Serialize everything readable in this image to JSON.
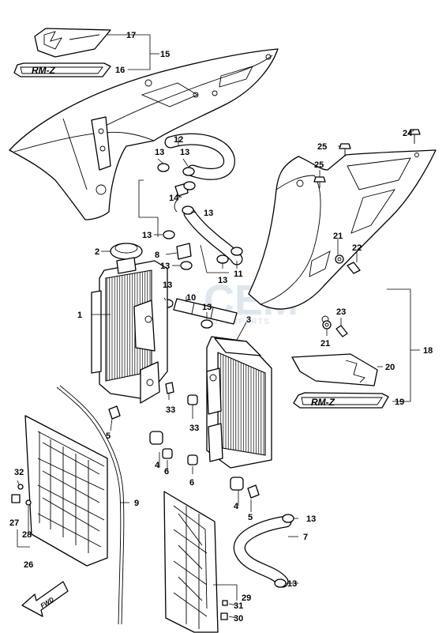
{
  "diagram": {
    "logo_text": "RM-Z",
    "fwd_label": "FWD",
    "watermark": {
      "brand": "CEM",
      "sub": "MOTORPARTS"
    },
    "callouts": [
      {
        "id": "c1",
        "label": "1"
      },
      {
        "id": "c2",
        "label": "2"
      },
      {
        "id": "c3",
        "label": "3"
      },
      {
        "id": "c4a",
        "label": "4"
      },
      {
        "id": "c4b",
        "label": "4"
      },
      {
        "id": "c5a",
        "label": "5"
      },
      {
        "id": "c5b",
        "label": "5"
      },
      {
        "id": "c6a",
        "label": "6"
      },
      {
        "id": "c6b",
        "label": "6"
      },
      {
        "id": "c7",
        "label": "7"
      },
      {
        "id": "c8",
        "label": "8"
      },
      {
        "id": "c9",
        "label": "9"
      },
      {
        "id": "c10",
        "label": "10"
      },
      {
        "id": "c11",
        "label": "11"
      },
      {
        "id": "c12",
        "label": "12"
      },
      {
        "id": "c13a",
        "label": "13"
      },
      {
        "id": "c13b",
        "label": "13"
      },
      {
        "id": "c13c",
        "label": "13"
      },
      {
        "id": "c13d",
        "label": "13"
      },
      {
        "id": "c13e",
        "label": "13"
      },
      {
        "id": "c13f",
        "label": "13"
      },
      {
        "id": "c13g",
        "label": "13"
      },
      {
        "id": "c13h",
        "label": "13"
      },
      {
        "id": "c13i",
        "label": "13"
      },
      {
        "id": "c13j",
        "label": "13"
      },
      {
        "id": "c14",
        "label": "14"
      },
      {
        "id": "c15",
        "label": "15"
      },
      {
        "id": "c16",
        "label": "16"
      },
      {
        "id": "c17",
        "label": "17"
      },
      {
        "id": "c18",
        "label": "18"
      },
      {
        "id": "c19",
        "label": "19"
      },
      {
        "id": "c20",
        "label": "20"
      },
      {
        "id": "c21a",
        "label": "21"
      },
      {
        "id": "c21b",
        "label": "21"
      },
      {
        "id": "c22",
        "label": "22"
      },
      {
        "id": "c23",
        "label": "23"
      },
      {
        "id": "c24",
        "label": "24"
      },
      {
        "id": "c25a",
        "label": "25"
      },
      {
        "id": "c25b",
        "label": "25"
      },
      {
        "id": "c26",
        "label": "26"
      },
      {
        "id": "c27",
        "label": "27"
      },
      {
        "id": "c28",
        "label": "28"
      },
      {
        "id": "c29",
        "label": "29"
      },
      {
        "id": "c30",
        "label": "30"
      },
      {
        "id": "c31",
        "label": "31"
      },
      {
        "id": "c32",
        "label": "32"
      },
      {
        "id": "c33a",
        "label": "33"
      },
      {
        "id": "c33b",
        "label": "33"
      }
    ]
  }
}
